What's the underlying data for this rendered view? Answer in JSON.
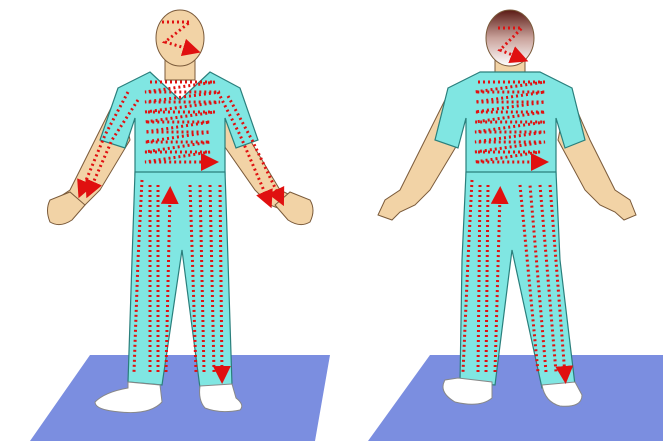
{
  "figure": {
    "views": [
      {
        "id": "front",
        "label": ""
      },
      {
        "id": "back",
        "label": ""
      }
    ],
    "colors": {
      "background": "#ffffff",
      "mat": "#7b8ee0",
      "gown": "#80e6e2",
      "gown_outline": "#2a7f7c",
      "skin": "#f2d3a6",
      "skin_outline": "#7a5a3a",
      "sock": "#ffffff",
      "arrow": "#e01010",
      "hair_dark": "#5a1a14"
    },
    "icons": [
      "front-body-figure",
      "back-body-figure",
      "scan-path-arrows",
      "floor-mat"
    ]
  }
}
